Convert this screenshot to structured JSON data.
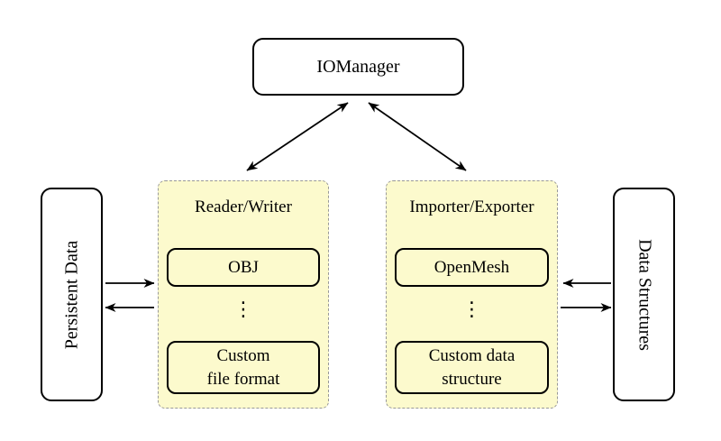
{
  "colors": {
    "panel_fill": "#FCFACD",
    "panel_border": "#999999",
    "node_border": "#000000",
    "background": "#ffffff",
    "arrow": "#000000"
  },
  "diagram": {
    "iomanager_label": "IOManager",
    "persistent_data_label": "Persistent Data",
    "data_structures_label": "Data Structures",
    "reader_writer": {
      "title": "Reader/Writer",
      "items": [
        "OBJ",
        "Custom\nfile format"
      ],
      "ellipsis": "⋮"
    },
    "importer_exporter": {
      "title": "Importer/Exporter",
      "items": [
        "OpenMesh",
        "Custom data\nstructure"
      ],
      "ellipsis": "⋮"
    },
    "connections": [
      {
        "from": "IOManager",
        "to": "Reader/Writer",
        "bidirectional": true
      },
      {
        "from": "IOManager",
        "to": "Importer/Exporter",
        "bidirectional": true
      },
      {
        "from": "Persistent Data",
        "to": "Reader/Writer",
        "bidirectional": false
      },
      {
        "from": "Reader/Writer",
        "to": "Persistent Data",
        "bidirectional": false
      },
      {
        "from": "Data Structures",
        "to": "Importer/Exporter",
        "bidirectional": false
      },
      {
        "from": "Importer/Exporter",
        "to": "Data Structures",
        "bidirectional": false
      }
    ]
  }
}
